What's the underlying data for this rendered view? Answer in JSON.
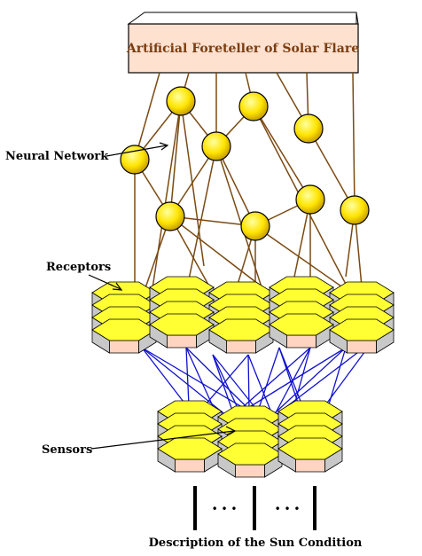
{
  "title": "Artificial Foreteller of Solar Flare",
  "labels": {
    "neural_network": "Neural Network",
    "receptors": "Receptors",
    "sensors": "Sensors",
    "bottom": "Description of the Sun Condition",
    "dots": "• • •"
  },
  "colors": {
    "neuron": "#FFE400",
    "hex_top": "#FFFF33",
    "hex_side": "#FFD5C2",
    "hex_grey": "#C8C8C8",
    "brown_line": "#7B4A12",
    "blue_line": "#1010D0",
    "title_box": "#FFE1D0",
    "title_text": "#7B3D10"
  }
}
